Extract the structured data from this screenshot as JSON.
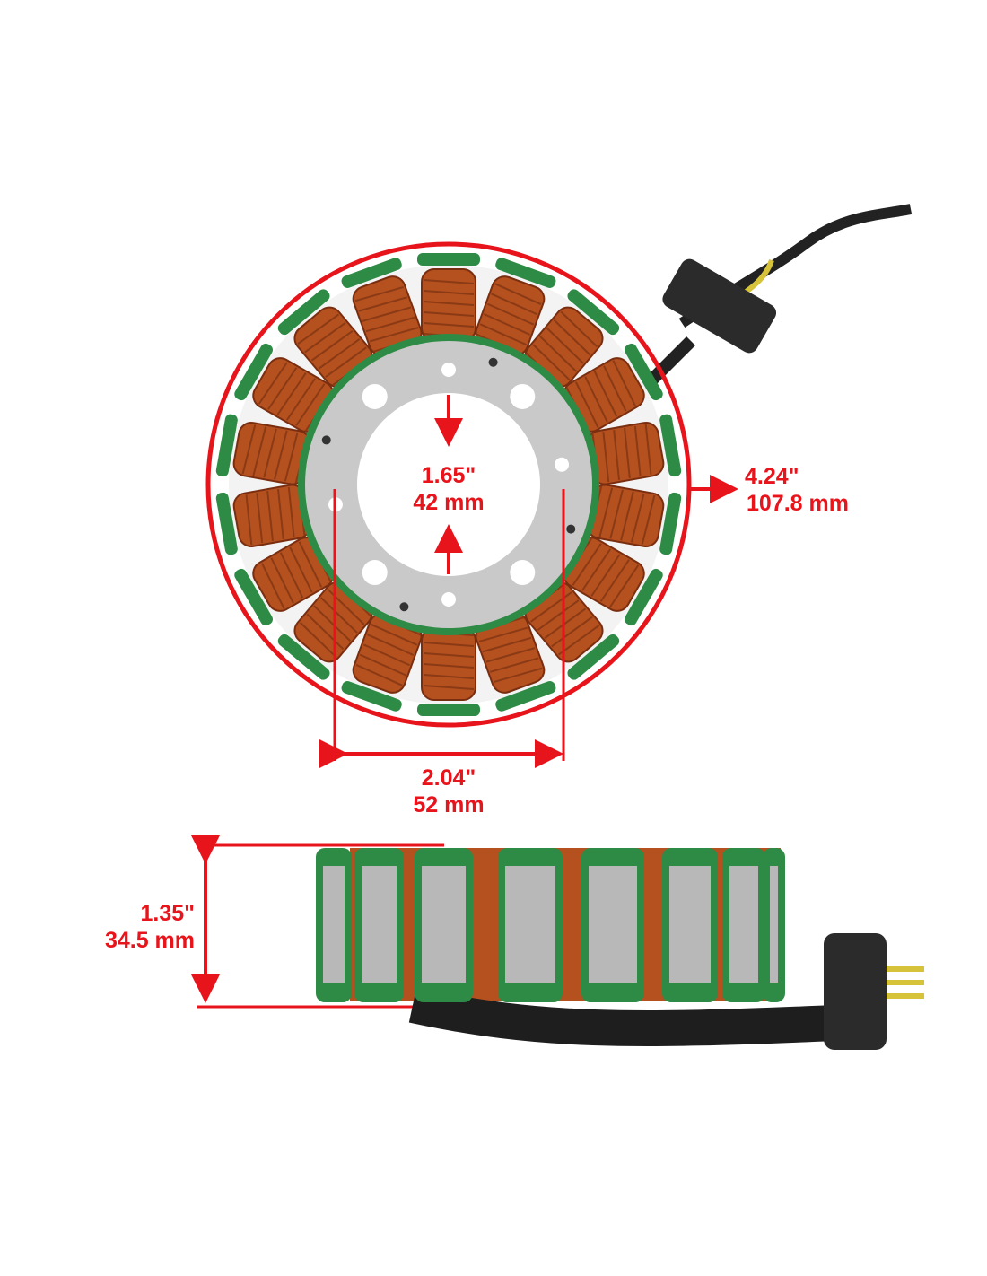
{
  "dimensions": {
    "inner_diameter": {
      "inch": "1.65\"",
      "mm": "42 mm"
    },
    "outer_diameter": {
      "inch": "4.24\"",
      "mm": "107.8 mm"
    },
    "bolt_spacing": {
      "inch": "2.04\"",
      "mm": "52 mm"
    },
    "height": {
      "inch": "1.35\"",
      "mm": "34.5 mm"
    }
  },
  "colors": {
    "annotation": "#e8141b",
    "copper": "#b5501f",
    "insulator": "#2e8b45",
    "plate": "#c9c9c9"
  }
}
